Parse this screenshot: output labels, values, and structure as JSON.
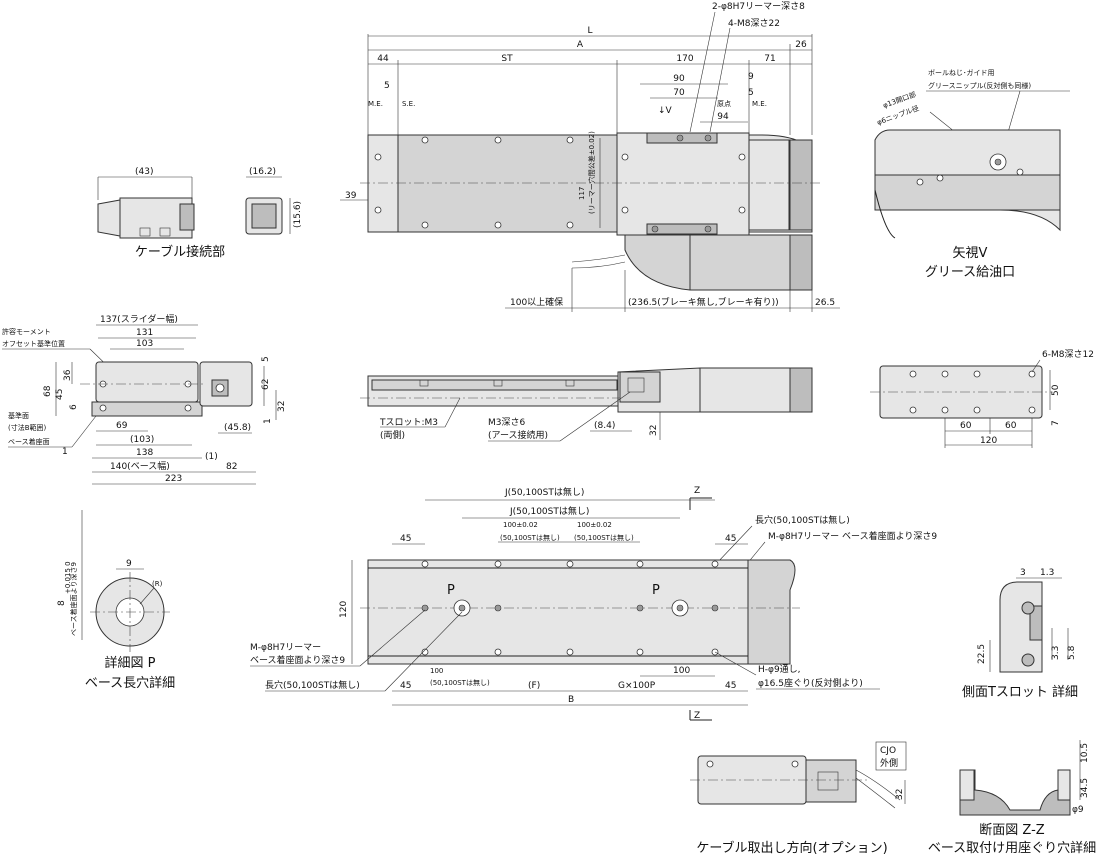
{
  "dims": {
    "L": "L",
    "A": "A",
    "d26_top": "26",
    "d44_top": "44",
    "ST": "ST",
    "d170": "170",
    "d71": "71",
    "d5a": "5",
    "d90": "90",
    "d70": "70",
    "d9": "9",
    "d5b": "5",
    "d94": "94",
    "ME_left": "M.E.",
    "SE": "S.E.",
    "genten": "原点",
    "ME_right": "M.E.",
    "V_mark": "↓V",
    "d39": "39",
    "d117": "117",
    "d117_note": "(リーマー穴間公差±0.02)",
    "d100_clear": "100以上確保",
    "d236": "(236.5(ブレーキ無し,ブレーキ有り))",
    "d26_5": "26.5",
    "hole_2phi8": "2-φ8H7リーマー深さ8",
    "hole_4m8": "4-M8深さ22",
    "grease1": "ボールねじ･ガイド用",
    "grease2": "グリースニップル(反対側も同様)",
    "phi13": "φ13開口部",
    "phi6": "φ6ニップル径",
    "c43": "(43)",
    "c16_2": "(16.2)",
    "c15_6": "(15.6)",
    "f137": "137(スライダー幅)",
    "f131": "131",
    "f103": "103",
    "f68": "68",
    "f36": "36",
    "f45": "45",
    "f6": "6",
    "f69": "69",
    "f103b": "(103)",
    "f138": "138",
    "f140": "140(ベース幅)",
    "f1a": "1",
    "f1b": "(1)",
    "f82": "82",
    "f223": "223",
    "f5": "5",
    "f62": "62",
    "f32": "32",
    "f1c": "1",
    "f45_8": "(45.8)",
    "n_moment1": "許容モーメント",
    "n_moment2": "オフセット基準位置",
    "n_ref1": "基準面",
    "n_ref2": "(寸法B範囲)",
    "n_base": "ベース着座面",
    "s_tslot1": "Tスロット:M3",
    "s_tslot2": "(両側)",
    "s_m3_1": "M3深さ6",
    "s_m3_2": "(アース接続用)",
    "s8_4": "(8.4)",
    "s32": "32",
    "r6m8": "6-M8深さ12",
    "r50": "50",
    "r7": "7",
    "r60a": "60",
    "r60b": "60",
    "r120": "120",
    "b_J1": "J(50,100STは無し)",
    "b_J2": "J(50,100STは無し)",
    "b_Z1": "Z",
    "b_Z2": "Z",
    "b_100a": "100±0.02",
    "b_100a_n": "(50,100STは無し)",
    "b_100b": "100±0.02",
    "b_100b_n": "(50,100STは無し)",
    "b_45a": "45",
    "b_45b": "45",
    "b_45c": "45",
    "b_45d": "45",
    "b_120": "120",
    "b_P1": "P",
    "b_P2": "P",
    "b_long1": "長穴(50,100STは無し)",
    "b_mphi1": "M-φ8H7リーマー ベース着座面より深さ9",
    "b_mphi2a": "M-φ8H7リーマー",
    "b_mphi2b": "ベース着座面より深さ9",
    "b_long2": "長穴(50,100STは無し)",
    "b_100c": "100",
    "b_100c_n": "(50,100STは無し)",
    "b_F": "(F)",
    "b_G": "G×100P",
    "b_100d": "100",
    "b_B": "B",
    "b_H1": "H-φ9通し,",
    "b_H2": "φ16.5座ぐり(反対側より)",
    "p_9": "9",
    "p_8": "8",
    "p_8tol": "+0.015 0",
    "p_R": "(R)",
    "p_depth": "ベース着座面より深さ9",
    "t_3": "3",
    "t_1_3": "1.3",
    "t_22_5": "22.5",
    "t_3_3": "3.3",
    "t_5_8": "5.8",
    "o_cjo1": "CJO",
    "o_cjo2": "外側",
    "o_32": "32",
    "z_10_5": "10.5",
    "z_34_5": "34.5",
    "z_phi9": "φ9"
  },
  "captions": {
    "cable": "ケーブル接続部",
    "view_v1": "矢視V",
    "view_v2": "グリース給油口",
    "detail_p1": "詳細図 P",
    "detail_p2": "ベース長穴詳細",
    "tslot": "側面Tスロット 詳細",
    "option": "ケーブル取出し方向(オプション)",
    "section1": "断面図 Z-Z",
    "section2": "ベース取付け用座ぐり穴詳細"
  }
}
